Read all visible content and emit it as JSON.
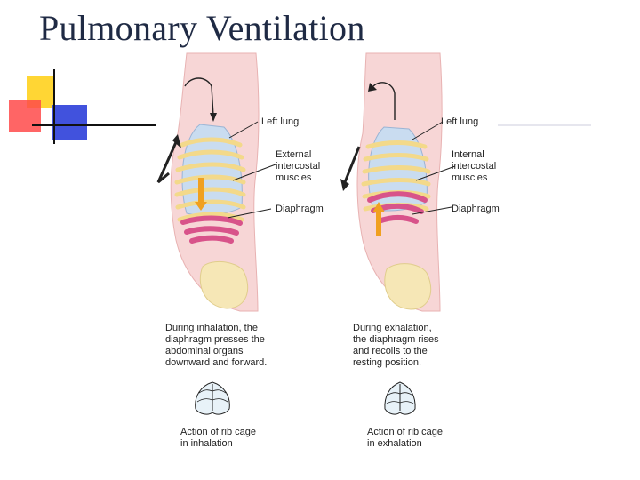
{
  "slide": {
    "title": "Pulmonary Ventilation"
  },
  "inhalation": {
    "labels": {
      "left_lung": "Left lung",
      "muscles": "External\nintercostal\nmuscles",
      "diaphragm": "Diaphragm"
    },
    "caption": "During inhalation, the\ndiaphragm presses the\nabdominal organs\ndownward and forward.",
    "cage_caption": "Action of rib cage\nin inhalation"
  },
  "exhalation": {
    "labels": {
      "left_lung": "Left lung",
      "muscles": "Internal\nintercostal\nmuscles",
      "diaphragm": "Diaphragm"
    },
    "caption": "During exhalation,\nthe diaphragm rises\nand recoils to the\nresting position.",
    "cage_caption": "Action of rib cage\nin exhalation"
  },
  "colors": {
    "title": "#1f2a44",
    "body": "#f7d6d6",
    "lung": "#c9dcf0",
    "rib": "#f3d98a",
    "diaphragm": "#d8538a",
    "arrow": "#f0a020",
    "deco_yellow": "#ffd21e",
    "deco_red": "#ff4a4a",
    "deco_blue": "#2c3fd9"
  }
}
